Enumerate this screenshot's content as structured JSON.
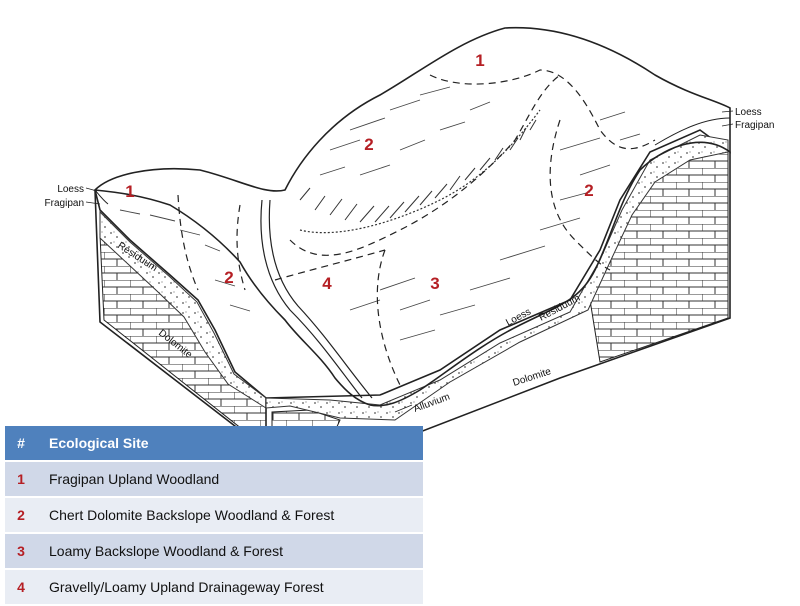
{
  "diagram": {
    "site_labels": [
      "1",
      "2",
      "1",
      "2",
      "2",
      "4",
      "3"
    ],
    "layer_labels": {
      "loess_left": "Loess",
      "fragipan_left": "Fragipan",
      "loess_right": "Loess",
      "fragipan_right": "Fragipan",
      "residuum_left": "Residuum",
      "dolomite_left": "Dolomite",
      "loess_front": "Loess",
      "residuum_front": "Residuum",
      "dolomite_front": "Dolomite",
      "alluvium": "Alluvium"
    }
  },
  "legend": {
    "headers": [
      "#",
      "Ecological Site"
    ],
    "rows": [
      {
        "num": "1",
        "name": "Fragipan Upland Woodland"
      },
      {
        "num": "2",
        "name": "Chert Dolomite Backslope Woodland & Forest"
      },
      {
        "num": "3",
        "name": "Loamy Backslope Woodland & Forest"
      },
      {
        "num": "4",
        "name": "Gravelly/Loamy Upland Drainageway Forest"
      }
    ]
  },
  "colors": {
    "site_number": "#b51f24",
    "header_bg": "#4f81bd",
    "row_dark": "#d0d8e8",
    "row_light": "#e9edf4"
  }
}
